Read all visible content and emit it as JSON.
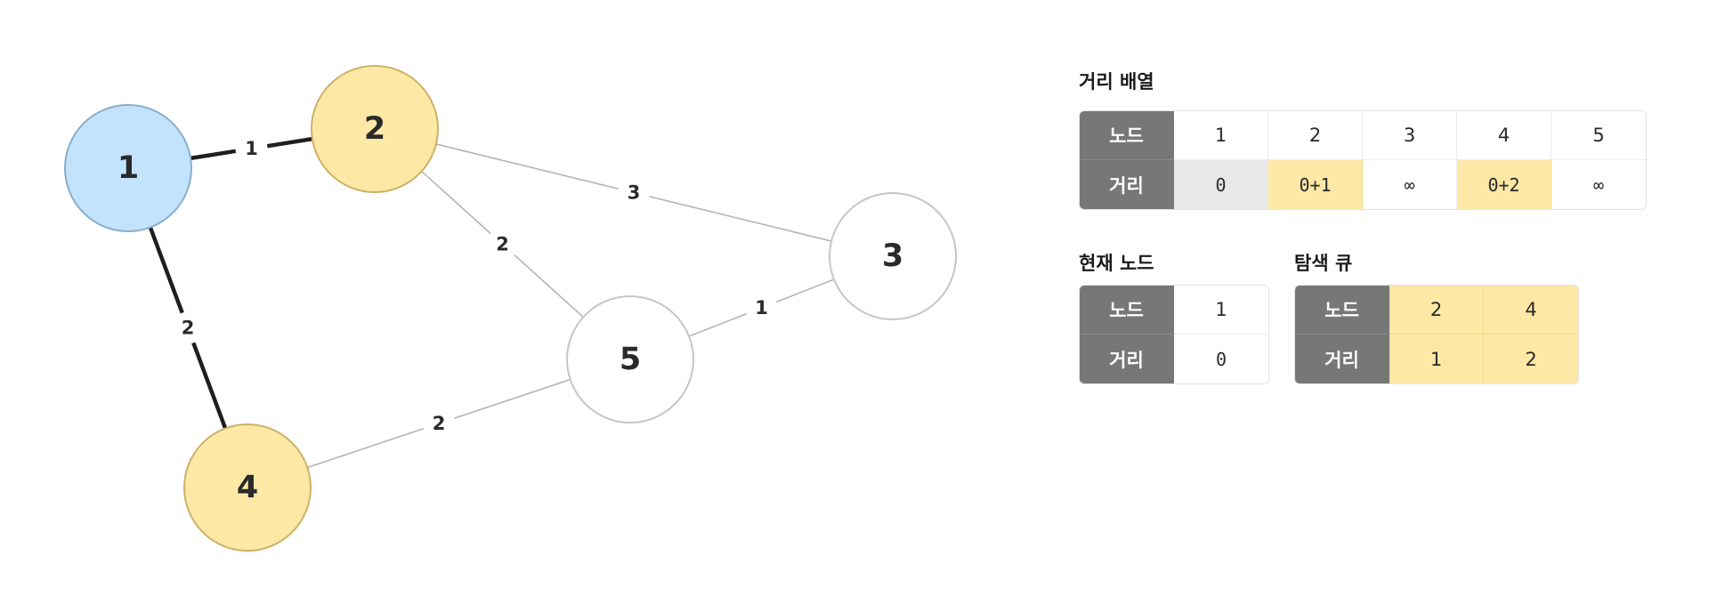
{
  "graph": {
    "nodes": [
      {
        "id": "1",
        "label": "1",
        "state": "current"
      },
      {
        "id": "2",
        "label": "2",
        "state": "queued"
      },
      {
        "id": "3",
        "label": "3",
        "state": "unvisited"
      },
      {
        "id": "4",
        "label": "4",
        "state": "queued"
      },
      {
        "id": "5",
        "label": "5",
        "state": "unvisited"
      }
    ],
    "edges": [
      {
        "from": "1",
        "to": "2",
        "weight": "1",
        "active": true
      },
      {
        "from": "1",
        "to": "4",
        "weight": "2",
        "active": true
      },
      {
        "from": "2",
        "to": "3",
        "weight": "3",
        "active": false
      },
      {
        "from": "2",
        "to": "5",
        "weight": "2",
        "active": false
      },
      {
        "from": "5",
        "to": "3",
        "weight": "1",
        "active": false
      },
      {
        "from": "4",
        "to": "5",
        "weight": "2",
        "active": false
      }
    ]
  },
  "colors": {
    "current_fill": "#c2e3fb",
    "current_stroke": "#8aaecb",
    "queued_fill": "#fde8a6",
    "queued_stroke": "#cdb167",
    "unvisited_fill": "#ffffff",
    "unvisited_stroke": "#c6c6c6",
    "header_bg": "#777777",
    "highlight_yellow": "#fde8a6",
    "highlight_gray": "#e8e8e8"
  },
  "distance_array": {
    "title": "거리 배열",
    "node_header": "노드",
    "dist_header": "거리",
    "nodes": [
      "1",
      "2",
      "3",
      "4",
      "5"
    ],
    "dists": [
      "0",
      "0+1",
      "∞",
      "0+2",
      "∞"
    ],
    "highlights": [
      "gray",
      "yellow",
      "none",
      "yellow",
      "none"
    ]
  },
  "current_node": {
    "title": "현재 노드",
    "node_header": "노드",
    "dist_header": "거리",
    "node": "1",
    "dist": "0"
  },
  "search_queue": {
    "title": "탐색 큐",
    "node_header": "노드",
    "dist_header": "거리",
    "nodes": [
      "2",
      "4"
    ],
    "dists": [
      "1",
      "2"
    ]
  }
}
